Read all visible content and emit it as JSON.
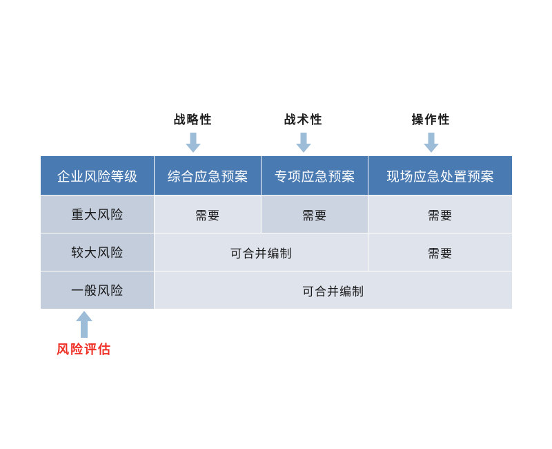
{
  "figure": {
    "background_color": "#ffffff",
    "header_color": "#4a7ab2",
    "rowhead_color": "#c3cddc",
    "cell_color": "#dfe3ec",
    "highlight_color": "#ccd3e1",
    "arrow_color": "#9dbcd8",
    "accent_red": "#ef2f25"
  },
  "annotations": {
    "top": [
      {
        "label": "战略性",
        "icon": "down-arrow-icon"
      },
      {
        "label": "战术性",
        "icon": "down-arrow-icon"
      },
      {
        "label": "操作性",
        "icon": "down-arrow-icon"
      }
    ],
    "bottom": {
      "label": "风险评估",
      "icon": "up-arrow-icon",
      "color": "#ef2f25"
    }
  },
  "table": {
    "headers": [
      "企业风险等级",
      "综合应急预案",
      "专项应急预案",
      "现场应急处置预案"
    ],
    "rows": [
      {
        "level": "重大风险",
        "cells": [
          {
            "text": "需要",
            "span": 1,
            "highlight": false
          },
          {
            "text": "需要",
            "span": 1,
            "highlight": true
          },
          {
            "text": "需要",
            "span": 1,
            "highlight": false
          }
        ]
      },
      {
        "level": "较大风险",
        "cells": [
          {
            "text": "可合并编制",
            "span": 2,
            "highlight": false
          },
          {
            "text": "需要",
            "span": 1,
            "highlight": false
          }
        ]
      },
      {
        "level": "一般风险",
        "cells": [
          {
            "text": "可合并编制",
            "span": 3,
            "highlight": false
          }
        ]
      }
    ]
  }
}
